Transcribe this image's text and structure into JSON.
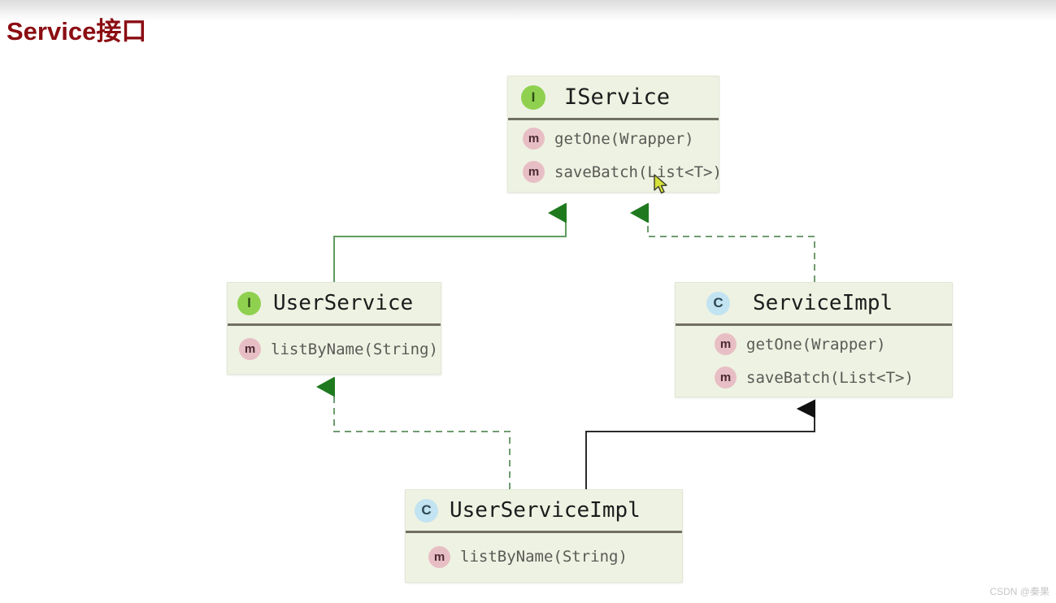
{
  "page": {
    "title": "Service接口",
    "title_color": "#8b0d12",
    "background": "#ffffff",
    "watermark": "CSDN @秦果"
  },
  "palette": {
    "box_fill": "#eef2e2",
    "box_border": "#e3e8d6",
    "header_divider": "#6f7062",
    "interface_icon": "#8fd14f",
    "class_icon": "#c2e3f2",
    "method_icon": "#e8bec5",
    "inheritance_green": "#3f8f3a",
    "extends_black": "#2b2b2b",
    "type_text": "#1c1c1c",
    "member_text": "#5a5a56"
  },
  "diagram": {
    "type": "uml-class-diagram",
    "classes": [
      {
        "id": "iservice",
        "name": "IService",
        "stereotype": "interface",
        "icon": "I",
        "members": [
          {
            "icon": "m",
            "name": "getOne(Wrapper)"
          },
          {
            "icon": "m",
            "name": "saveBatch(List<T>)"
          }
        ]
      },
      {
        "id": "userservice",
        "name": "UserService",
        "stereotype": "interface",
        "icon": "I",
        "members": [
          {
            "icon": "m",
            "name": "listByName(String)"
          }
        ]
      },
      {
        "id": "serviceimpl",
        "name": "ServiceImpl",
        "stereotype": "class",
        "icon": "C",
        "members": [
          {
            "icon": "m",
            "name": "getOne(Wrapper)"
          },
          {
            "icon": "m",
            "name": "saveBatch(List<T>)"
          }
        ]
      },
      {
        "id": "userserviceimpl",
        "name": "UserServiceImpl",
        "stereotype": "class",
        "icon": "C",
        "members": [
          {
            "icon": "m",
            "name": "listByName(String)"
          }
        ]
      }
    ],
    "relations": [
      {
        "id": "rel-userservice-iservice",
        "from": "UserService",
        "to": "IService",
        "kind": "extends",
        "line": "solid",
        "color": "#3f8f3a"
      },
      {
        "id": "rel-serviceimpl-iservice",
        "from": "ServiceImpl",
        "to": "IService",
        "kind": "implements",
        "line": "dashed",
        "color": "#3f8f3a"
      },
      {
        "id": "rel-userserviceimpl-userservice",
        "from": "UserServiceImpl",
        "to": "UserService",
        "kind": "implements",
        "line": "dashed",
        "color": "#3f8f3a"
      },
      {
        "id": "rel-userserviceimpl-serviceimpl",
        "from": "UserServiceImpl",
        "to": "ServiceImpl",
        "kind": "extends",
        "line": "solid",
        "color": "#2b2b2b"
      }
    ]
  }
}
